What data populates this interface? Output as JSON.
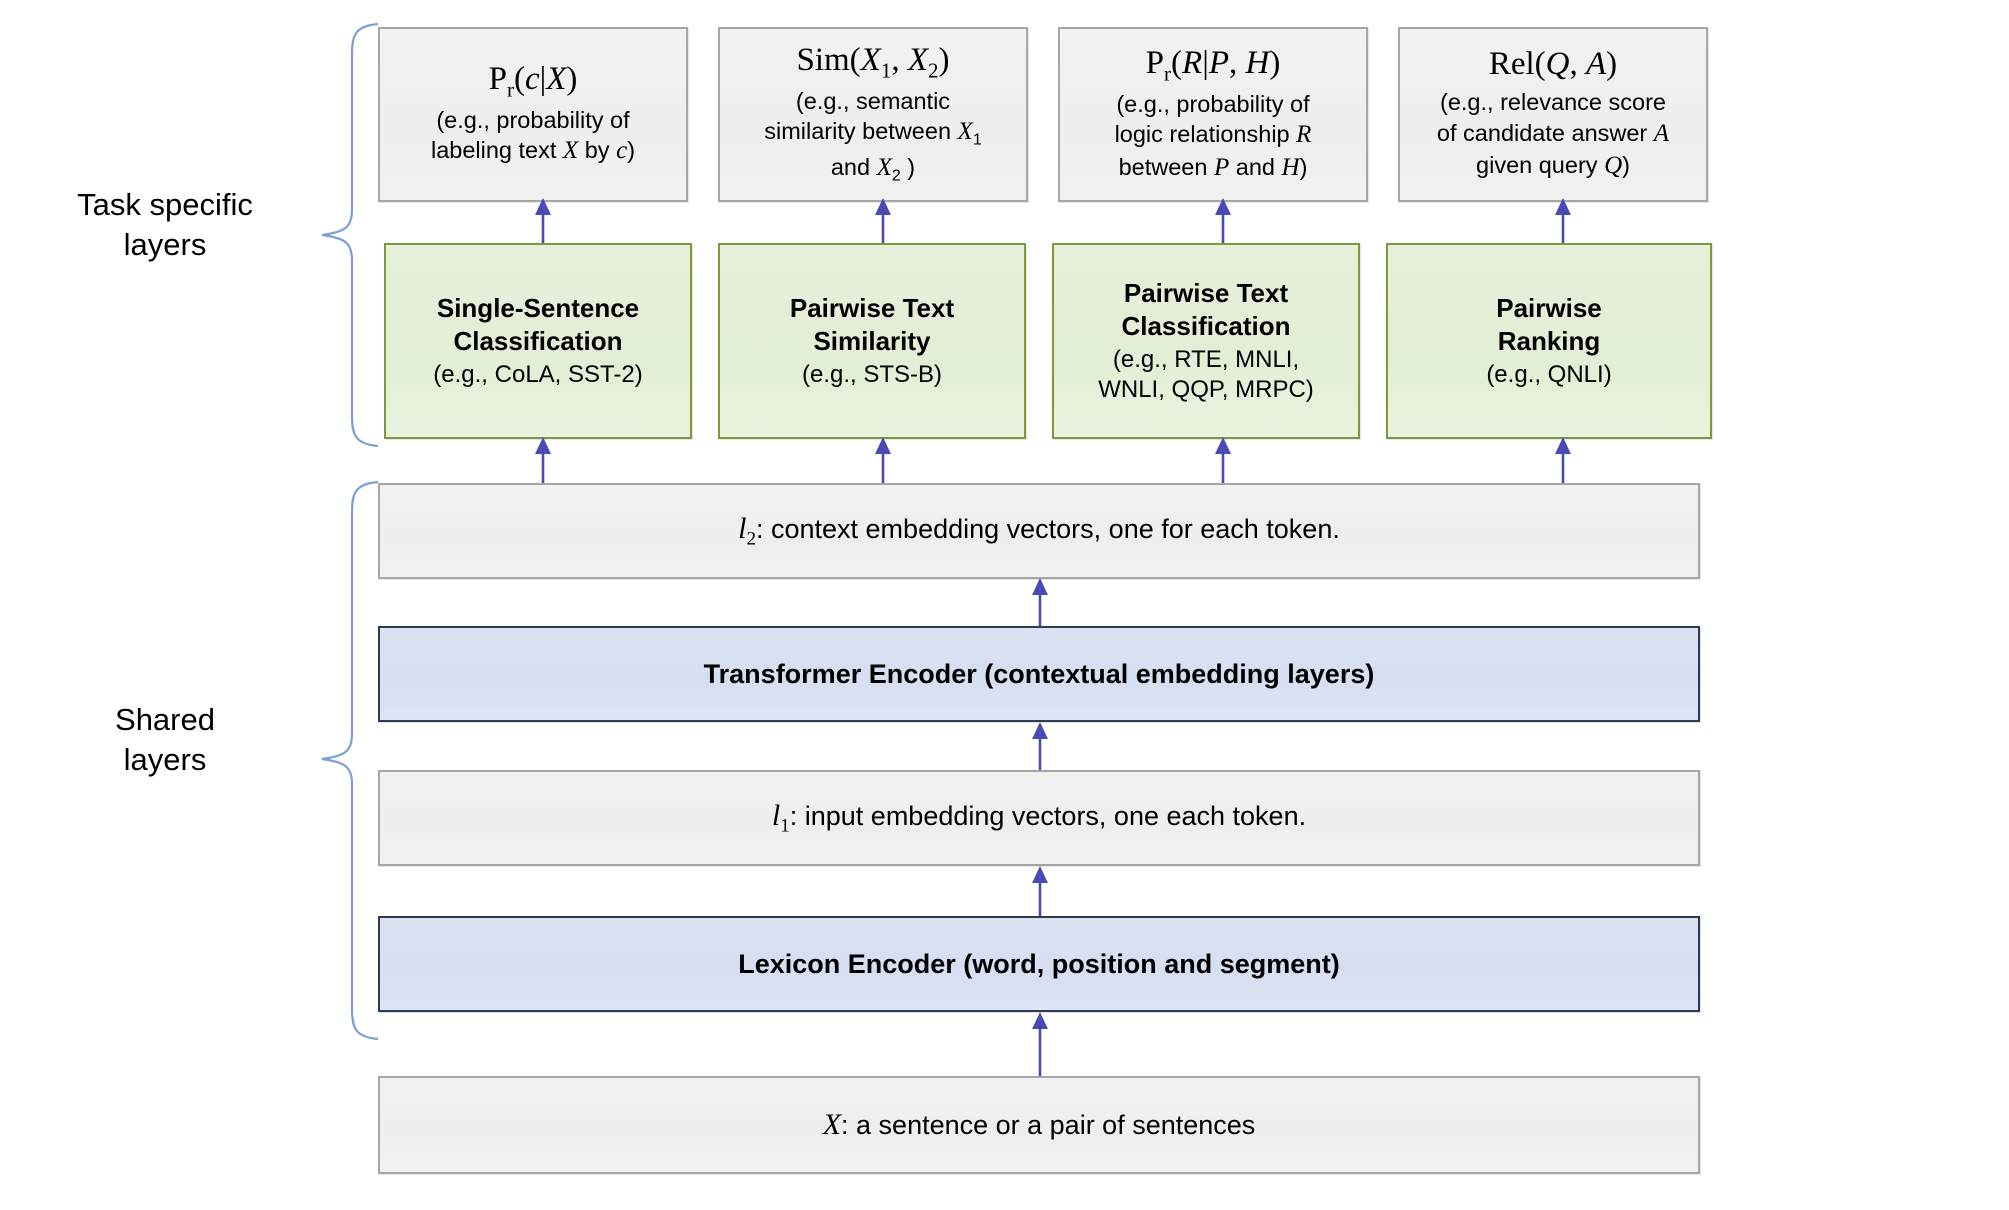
{
  "diagram": {
    "title": "Multi-Task Deep Neural Network architecture",
    "colors": {
      "grey_fill": "#f0f0ef",
      "grey_border": "#a6a6a6",
      "green_fill": "#e4eed7",
      "green_border": "#7c9a3c",
      "blue_fill": "#d8e1f1",
      "blue_border": "#2b3a55",
      "arrow": "#4a4ab4",
      "brace": "#7b9fd4"
    }
  },
  "side_labels": {
    "task_specific": "Task specific\nlayers",
    "task_specific_line1": "Task specific",
    "task_specific_line2": "layers",
    "shared_line1": "Shared",
    "shared_line2": "layers"
  },
  "outputs": [
    {
      "formula_plain": "Pr(c|X)",
      "description": "(e.g., probability of labeling text X by c)"
    },
    {
      "formula_plain": "Sim(X1, X2)",
      "description": "(e.g., semantic similarity between X1 and X2 )"
    },
    {
      "formula_plain": "Pr(R|P, H)",
      "description": "(e.g., probability of logic relationship R between P and H)"
    },
    {
      "formula_plain": "Rel(Q, A)",
      "description": "(e.g., relevance score of candidate answer A given query Q)"
    }
  ],
  "task_layers": [
    {
      "title_line1": "Single-Sentence",
      "title_line2": "Classification",
      "examples_line1": "(e.g., CoLA, SST-2)",
      "examples_line2": ""
    },
    {
      "title_line1": "Pairwise Text",
      "title_line2": "Similarity",
      "examples_line1": "(e.g., STS-B)",
      "examples_line2": ""
    },
    {
      "title_line1": "Pairwise Text",
      "title_line2": "Classification",
      "examples_line1": "(e.g., RTE, MNLI,",
      "examples_line2": "WNLI, QQP, MRPC)"
    },
    {
      "title_line1": "Pairwise",
      "title_line2": "Ranking",
      "examples_line1": "(e.g., QNLI)",
      "examples_line2": ""
    }
  ],
  "shared_layers": {
    "l2_label": "l2: context embedding vectors, one for each token.",
    "l2_suffix": ": context embedding vectors, one for each token.",
    "transformer_encoder": "Transformer Encoder (contextual embedding layers)",
    "l1_label": "l1: input embedding vectors, one each token.",
    "l1_suffix": ": input embedding vectors, one each token.",
    "lexicon_encoder": "Lexicon Encoder (word, position and segment)"
  },
  "input_layer": {
    "label_plain": "X: a sentence or a pair of sentences",
    "suffix": ": a sentence or a pair of sentences"
  }
}
